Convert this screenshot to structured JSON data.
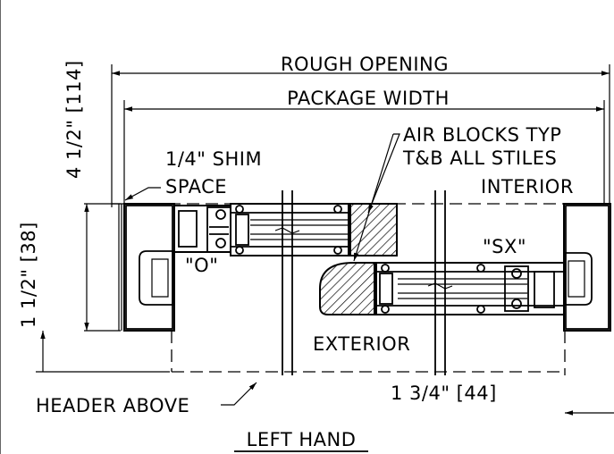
{
  "labels": {
    "rough_opening": "ROUGH OPENING",
    "package_width": "PACKAGE WIDTH",
    "air_blocks_line1": "AIR BLOCKS TYP",
    "air_blocks_line2": "T&B ALL STILES",
    "shim_line1": "1/4\" SHIM",
    "shim_line2": "SPACE",
    "interior": "INTERIOR",
    "exterior": "EXTERIOR",
    "panel_o": "\"O\"",
    "panel_sx": "\"SX\"",
    "header_above": "HEADER ABOVE",
    "dim_vertical_top": "4 1/2\" [114]",
    "dim_vertical_bottom": "1 1/2\" [38]",
    "dim_bottom_right": "1 3/4\" [44]",
    "title": "LEFT HAND"
  }
}
